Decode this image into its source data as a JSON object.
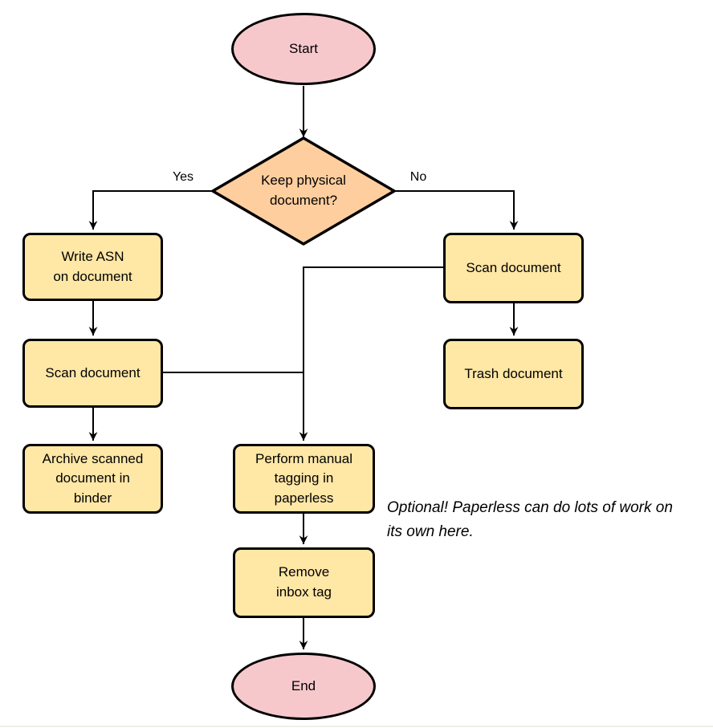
{
  "diagram": {
    "nodes": {
      "start": {
        "label": "Start",
        "type": "terminator"
      },
      "decision": {
        "label": "Keep physical\ndocument?",
        "type": "decision"
      },
      "write_asn": {
        "label": "Write ASN\non document",
        "type": "process"
      },
      "scan_left": {
        "label": "Scan document",
        "type": "process"
      },
      "archive": {
        "label": "Archive scanned\ndocument in\nbinder",
        "type": "process"
      },
      "scan_right": {
        "label": "Scan document",
        "type": "process"
      },
      "trash": {
        "label": "Trash document",
        "type": "process"
      },
      "tagging": {
        "label": "Perform manual\ntagging in\npaperless",
        "type": "process"
      },
      "remove_inbox": {
        "label": "Remove\ninbox tag",
        "type": "process"
      },
      "end": {
        "label": "End",
        "type": "terminator"
      }
    },
    "edge_labels": {
      "yes": "Yes",
      "no": "No"
    },
    "annotation": "Optional! Paperless can do lots of work on\nits own here.",
    "colors": {
      "terminator_fill": "#f6c8cc",
      "decision_fill": "#ffce9e",
      "process_fill": "#ffe7a6",
      "stroke": "#000000"
    }
  }
}
